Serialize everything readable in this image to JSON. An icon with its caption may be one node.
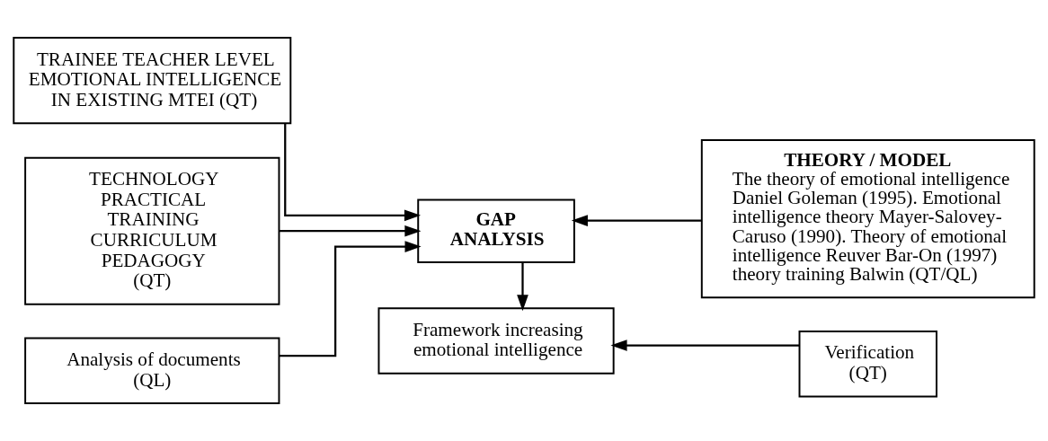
{
  "diagram": {
    "nodes": [
      {
        "text": [
          "TRAINEE TEACHER LEVEL EMOTIONAL INTELLIGENCE IN EXISTING MTEI (QT)"
        ]
      },
      {
        "text": [
          "TECHNOLOGY PRACTICAL TRAINING CURRICULUM PEDAGOGY (QT)"
        ]
      },
      {
        "text": [
          "Analysis of documents (QL)"
        ]
      },
      {
        "text": [
          "GAP ANALYSIS"
        ]
      },
      {
        "text": [
          "THEORY / MODEL",
          "The theory of emotional intelligence Daniel Goleman (1995). Emotional intelligence theory Mayer-Salovey-Caruso (1990). Theory of emotional intelligence Reuver Bar-On (1997) theory training Balwin (QT/QL)"
        ]
      },
      {
        "text": [
          "Framework increasing emotional intelligence"
        ]
      },
      {
        "text": [
          "Verification (QT)"
        ]
      }
    ],
    "edges": [
      {
        "from": 0,
        "to": 3,
        "arrow": "to"
      },
      {
        "from": 1,
        "to": 3,
        "arrow": "to"
      },
      {
        "from": 2,
        "to": 3,
        "arrow": "to"
      },
      {
        "from": 4,
        "to": 3,
        "arrow": "to"
      },
      {
        "from": 3,
        "to": 5,
        "arrow": "to"
      },
      {
        "from": 6,
        "to": 5,
        "arrow": "to"
      }
    ]
  }
}
